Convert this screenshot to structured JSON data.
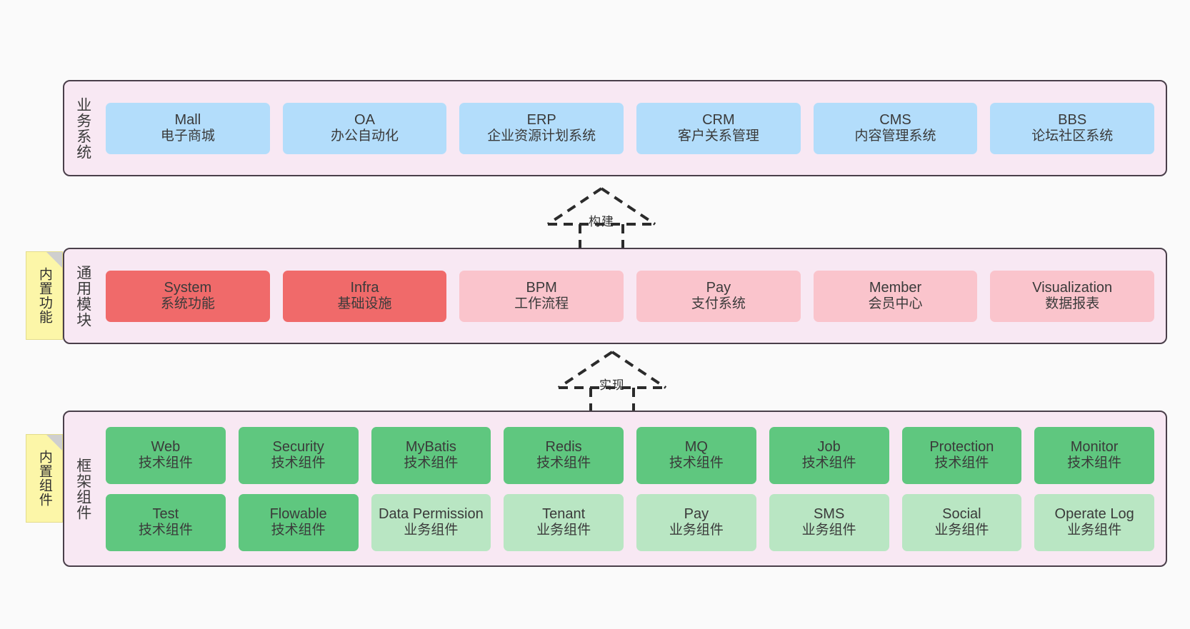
{
  "diagram": {
    "background_color": "#fafafa",
    "container_fill": "#f8e8f3",
    "container_border": "#4a3f4a",
    "note_fill": "#fcf6a8"
  },
  "tiers": [
    {
      "id": "business",
      "label": "业务系统",
      "color": "#b3ddfb",
      "rows": [
        [
          {
            "title": "Mall",
            "subtitle": "电子商城",
            "style": "c-blue"
          },
          {
            "title": "OA",
            "subtitle": "办公自动化",
            "style": "c-blue"
          },
          {
            "title": "ERP",
            "subtitle": "企业资源计划系统",
            "style": "c-blue"
          },
          {
            "title": "CRM",
            "subtitle": "客户关系管理",
            "style": "c-blue"
          },
          {
            "title": "CMS",
            "subtitle": "内容管理系统",
            "style": "c-blue"
          },
          {
            "title": "BBS",
            "subtitle": "论坛社区系统",
            "style": "c-blue"
          }
        ]
      ]
    },
    {
      "id": "modules",
      "label": "通用模块",
      "note": "内置功能",
      "color": "#f06a6a",
      "rows": [
        [
          {
            "title": "System",
            "subtitle": "系统功能",
            "style": "c-red"
          },
          {
            "title": "Infra",
            "subtitle": "基础设施",
            "style": "c-red"
          },
          {
            "title": "BPM",
            "subtitle": "工作流程",
            "style": "c-pink"
          },
          {
            "title": "Pay",
            "subtitle": "支付系统",
            "style": "c-pink"
          },
          {
            "title": "Member",
            "subtitle": "会员中心",
            "style": "c-pink"
          },
          {
            "title": "Visualization",
            "subtitle": "数据报表",
            "style": "c-pink"
          }
        ]
      ]
    },
    {
      "id": "framework",
      "label": "框架组件",
      "note": "内置组件",
      "color": "#5fc77f",
      "rows": [
        [
          {
            "title": "Web",
            "subtitle": "技术组件",
            "style": "c-green-dark"
          },
          {
            "title": "Security",
            "subtitle": "技术组件",
            "style": "c-green-dark"
          },
          {
            "title": "MyBatis",
            "subtitle": "技术组件",
            "style": "c-green-dark"
          },
          {
            "title": "Redis",
            "subtitle": "技术组件",
            "style": "c-green-dark"
          },
          {
            "title": "MQ",
            "subtitle": "技术组件",
            "style": "c-green-dark"
          },
          {
            "title": "Job",
            "subtitle": "技术组件",
            "style": "c-green-dark"
          },
          {
            "title": "Protection",
            "subtitle": "技术组件",
            "style": "c-green-dark"
          },
          {
            "title": "Monitor",
            "subtitle": "技术组件",
            "style": "c-green-dark"
          }
        ],
        [
          {
            "title": "Test",
            "subtitle": "技术组件",
            "style": "c-green-dark"
          },
          {
            "title": "Flowable",
            "subtitle": "技术组件",
            "style": "c-green-dark"
          },
          {
            "title": "Data Permission",
            "subtitle": "业务组件",
            "style": "c-green-light"
          },
          {
            "title": "Tenant",
            "subtitle": "业务组件",
            "style": "c-green-light"
          },
          {
            "title": "Pay",
            "subtitle": "业务组件",
            "style": "c-green-light"
          },
          {
            "title": "SMS",
            "subtitle": "业务组件",
            "style": "c-green-light"
          },
          {
            "title": "Social",
            "subtitle": "业务组件",
            "style": "c-green-light"
          },
          {
            "title": "Operate Log",
            "subtitle": "业务组件",
            "style": "c-green-light"
          }
        ]
      ]
    }
  ],
  "connectors": [
    {
      "id": "build",
      "label": "构建",
      "style": "dashed-generalization",
      "direction": "up"
    },
    {
      "id": "implement",
      "label": "实现",
      "style": "dashed-generalization",
      "direction": "up"
    }
  ]
}
